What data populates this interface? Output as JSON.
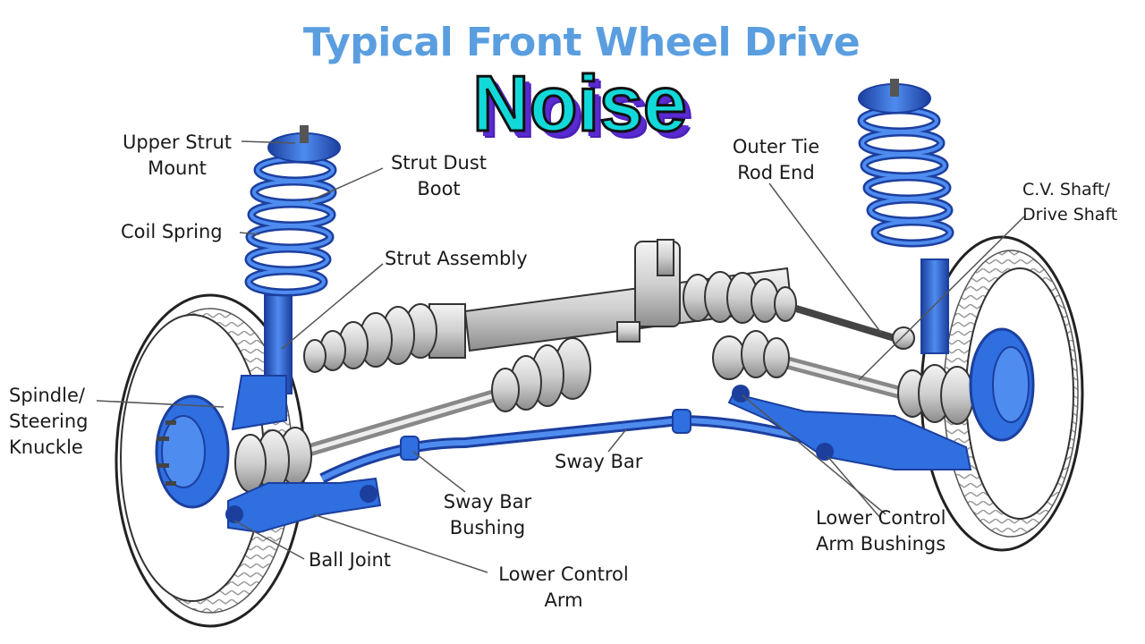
{
  "title": "Typical Front Wheel Drive",
  "overlay_text": "Noise",
  "labels": {
    "upper_strut_mount": [
      "Upper Strut",
      "Mount"
    ],
    "strut_dust_boot": [
      "Strut Dust",
      "Boot"
    ],
    "coil_spring": [
      "Coil Spring"
    ],
    "strut_assembly": [
      "Strut Assembly"
    ],
    "spindle": [
      "Spindle/",
      "Steering",
      "Knuckle"
    ],
    "outer_tie_rod_end": [
      "Outer Tie",
      "Rod End"
    ],
    "cv_shaft": [
      "C.V. Shaft/",
      "Drive Shaft"
    ],
    "sway_bar": [
      "Sway Bar"
    ],
    "sway_bar_bushing": [
      "Sway Bar",
      "Bushing"
    ],
    "ball_joint": [
      "Ball Joint"
    ],
    "lower_control_arm": [
      "Lower Control",
      "Arm"
    ],
    "lower_control_arm_bushings": [
      "Lower Control",
      "Arm Bushings"
    ]
  },
  "colors": {
    "title": "#5a9ee0",
    "noise_fill": "#12d9d9",
    "noise_shadow": "#5a2ad1",
    "part_blue": "#2f6fe0",
    "part_blue_dark": "#1c3f9e",
    "part_gray": "#d8d8d8",
    "line": "#555555"
  }
}
